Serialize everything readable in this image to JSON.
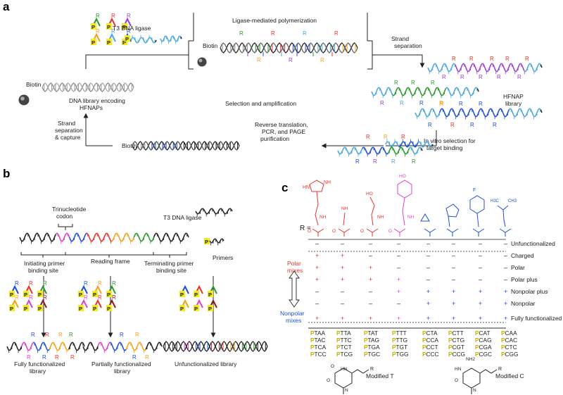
{
  "panels": {
    "a": "a",
    "b": "b",
    "c": "c"
  },
  "panel_a": {
    "t3_ligase": "T3 DNA ligase",
    "polymerization": "Ligase-mediated polymerization",
    "biotin": "Biotin",
    "strand_separation": "Strand\nseparation",
    "library_label": "DNA library encoding\nHFNAPs",
    "selection_amplification": "Selection and amplification",
    "hfnap_library": "HFNAP\nlibrary",
    "strand_capture": "Strand\nseparation\n& capture",
    "reverse_translation": "Reverse translation,\nPCR, and PAGE\npurification",
    "in_vitro": "In vitro selection for\ntarget binding",
    "r": "R",
    "p": "P"
  },
  "panel_b": {
    "trinucleotide": "Trinucleotide\ncodon",
    "t3_ligase": "T3 DNA  ligase",
    "initiating": "Initiating primer\nbinding site",
    "reading_frame": "Reading frame",
    "terminating": "Terminating  primer\nbinding site",
    "primers": "Primers",
    "fully": "Fully functionalized\nlibrary",
    "partially": "Partially functionalized\nlibrary",
    "unfunctionalized": "Unfunctionalized library"
  },
  "panel_c": {
    "r_equals": "R =",
    "row_labels": [
      "Unfunctionalized",
      "Charged",
      "Polar",
      "Polar plus",
      "Nonpolar plus",
      "Nonpolar",
      "Fully functionalized"
    ],
    "polar_mixes": "Polar\nmixes",
    "nonpolar_mixes": "Nonpolar\nmixes",
    "matrix": [
      [
        "–",
        "–",
        "–",
        "–",
        "–",
        "–",
        "–",
        "–"
      ],
      [
        "+",
        "+",
        "–",
        "–",
        "–",
        "–",
        "–",
        "–"
      ],
      [
        "+",
        "+",
        "+",
        "–",
        "–",
        "–",
        "–",
        "–"
      ],
      [
        "+",
        "+",
        "+",
        "+",
        "–",
        "–",
        "–",
        "–"
      ],
      [
        "–",
        "–",
        "–",
        "+",
        "+",
        "+",
        "+",
        "+"
      ],
      [
        "–",
        "–",
        "–",
        "–",
        "+",
        "+",
        "+",
        "+"
      ],
      [
        "+",
        "+",
        "+",
        "+",
        "+",
        "+",
        "+",
        "+"
      ]
    ],
    "codons": [
      [
        "PTAA",
        "PTAC",
        "PTCA",
        "PTCC"
      ],
      [
        "PTTA",
        "PTTC",
        "PTCT",
        "PTCG"
      ],
      [
        "PTAT",
        "PTAG",
        "PTGA",
        "PTGC"
      ],
      [
        "PTTT",
        "PTTG",
        "PTGT",
        "PTGG"
      ],
      [
        "PCTA",
        "PCCA",
        "PCCT",
        "PCCC"
      ],
      [
        "PCTT",
        "PCTG",
        "PCGT",
        "PCCG"
      ],
      [
        "PCAT",
        "PCAG",
        "PCGA",
        "PCGC"
      ],
      [
        "PCAA",
        "PCAC",
        "PCTC",
        "PCGG"
      ]
    ],
    "modified_t": "Modified T",
    "modified_c": "Modified C",
    "colors": {
      "polar": "#e8322e",
      "nonpolar": "#1f4fd8",
      "pink": "#e040c8"
    }
  }
}
